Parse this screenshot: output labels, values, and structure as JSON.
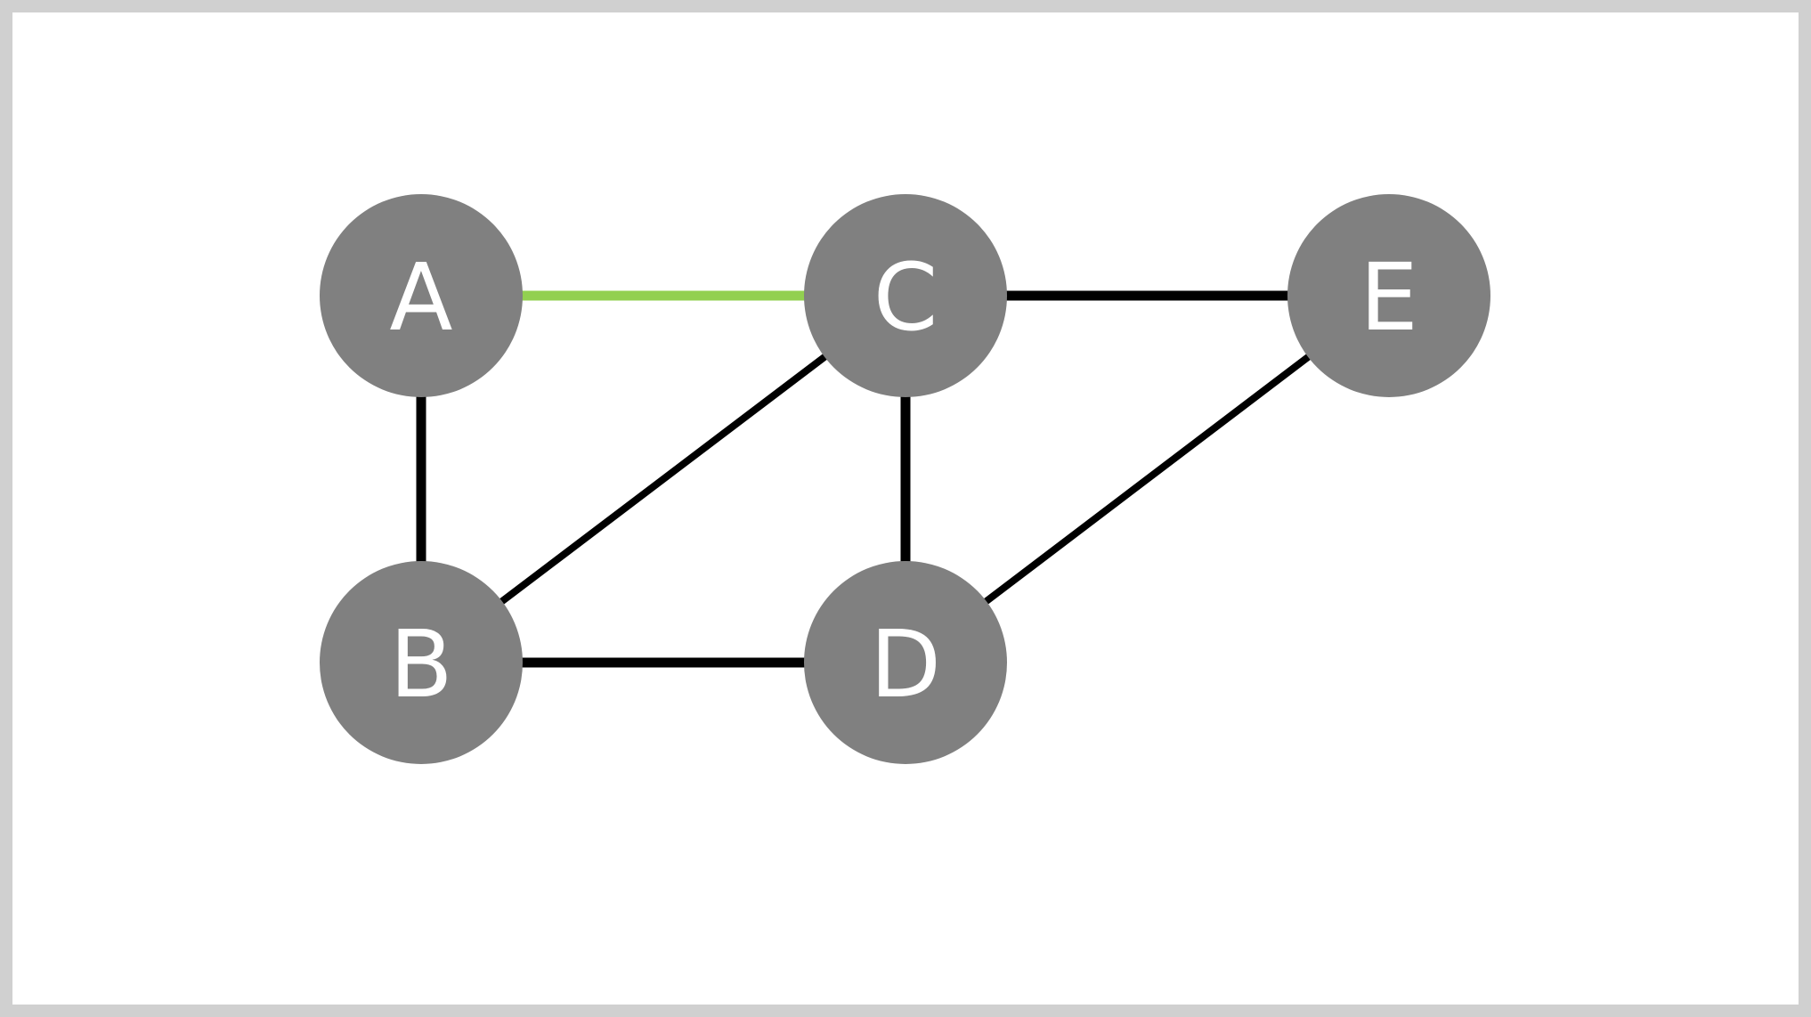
{
  "graph": {
    "nodes": [
      {
        "id": "A",
        "label": "A"
      },
      {
        "id": "B",
        "label": "B"
      },
      {
        "id": "C",
        "label": "C"
      },
      {
        "id": "D",
        "label": "D"
      },
      {
        "id": "E",
        "label": "E"
      }
    ],
    "edges": [
      {
        "from": "A",
        "to": "C",
        "highlighted": true
      },
      {
        "from": "C",
        "to": "E",
        "highlighted": false
      },
      {
        "from": "A",
        "to": "B",
        "highlighted": false
      },
      {
        "from": "B",
        "to": "C",
        "highlighted": false
      },
      {
        "from": "C",
        "to": "D",
        "highlighted": false
      },
      {
        "from": "B",
        "to": "D",
        "highlighted": false
      },
      {
        "from": "D",
        "to": "E",
        "highlighted": false
      }
    ]
  },
  "colors": {
    "node_fill": "#808080",
    "label": "#ffffff",
    "edge": "#000000",
    "highlight_edge": "#92d050",
    "background": "#ffffff",
    "border": "#d0d0d0"
  }
}
